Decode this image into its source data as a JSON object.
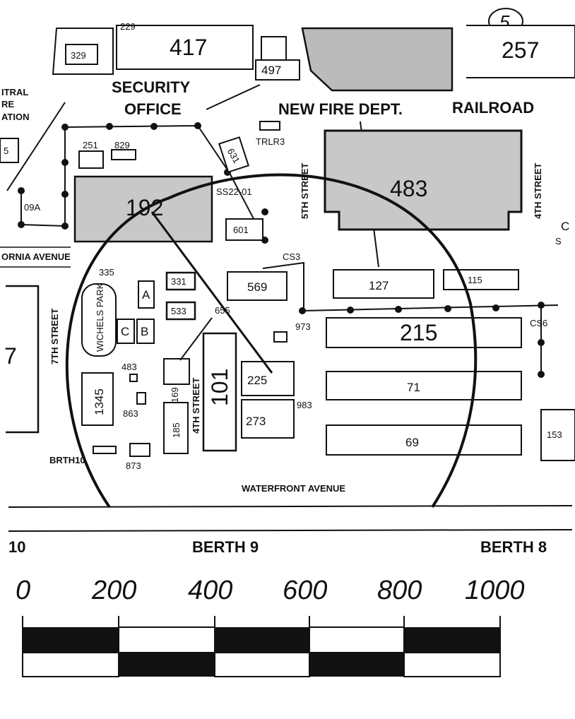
{
  "corner_mark": "5",
  "labels": {
    "security_office_line1": "SECURITY",
    "security_office_line2": "OFFICE",
    "new_fire_dept": "NEW FIRE DEPT.",
    "railroad": "RAILROAD",
    "waterfront_avenue": "WATERFRONT AVENUE",
    "california_avenue": "ORNIA AVENUE",
    "seventh_street": "7TH STREET",
    "fifth_street": "5TH STREET",
    "fourth_street_right": "4TH STREET",
    "fourth_street_center": "4TH STREET",
    "wichels_park": "WICHELS PARK",
    "berth_10": "10",
    "berth_9": "BERTH 9",
    "berth_8": "BERTH 8",
    "berth_10_small": "BRTH10",
    "left_fragment_1": "ITRAL",
    "left_fragment_2": "RE",
    "left_fragment_3": "ATION",
    "ss": "SS22-01",
    "cs3": "CS3",
    "cs6": "CS6",
    "trlr": "TRLR3",
    "s_right": "S",
    "c_right": "C"
  },
  "buildings": {
    "b417": "417",
    "b257": "257",
    "b329": "329",
    "b229": "229",
    "b497": "497",
    "b251": "251",
    "b829": "829",
    "b631": "631",
    "b483": "483",
    "b192": "192",
    "b601": "601",
    "b569": "569",
    "b127": "127",
    "b115": "115",
    "b335": "335",
    "b331": "331",
    "b533": "533",
    "bA": "A",
    "bB": "B",
    "bC": "C",
    "b655": "655",
    "b973": "973",
    "b215": "215",
    "b483s": "483",
    "b1345": "1345",
    "b863": "863",
    "b169": "169",
    "b101": "101",
    "b225": "225",
    "b983": "983",
    "b71": "71",
    "b185": "185",
    "b273": "273",
    "b69": "69",
    "b153": "153",
    "b873": "873",
    "b7": "7",
    "b9A": "09A",
    "b5": "5"
  },
  "scale_bar": {
    "ticks": [
      "0",
      "200",
      "400",
      "600",
      "800",
      "1000"
    ]
  }
}
